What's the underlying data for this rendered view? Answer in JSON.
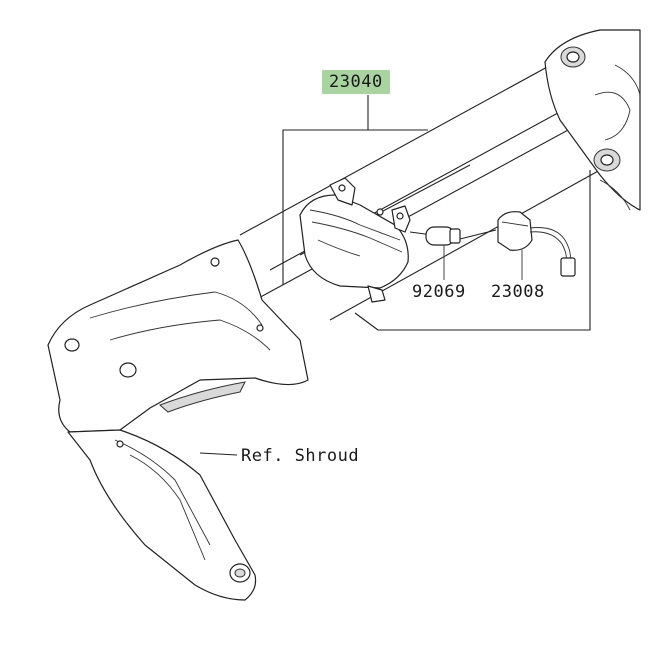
{
  "diagram": {
    "callouts": {
      "assembly": "23040",
      "bulb": "92069",
      "socket": "23008",
      "reference": "Ref. Shroud"
    },
    "colors": {
      "highlight": "#a9d3a0",
      "line": "#222222",
      "background": "#ffffff"
    }
  }
}
